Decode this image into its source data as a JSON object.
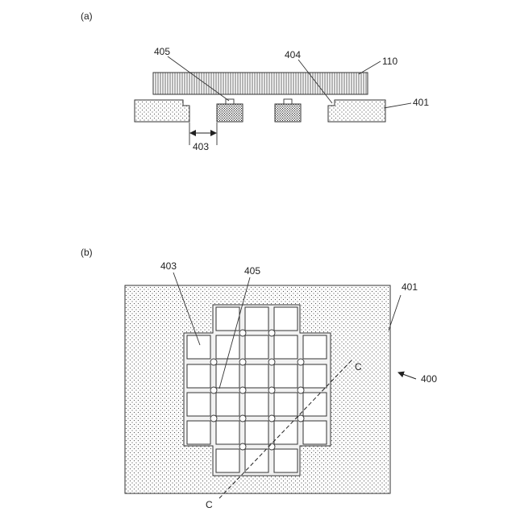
{
  "panel_a": {
    "label": "(a)",
    "callouts": {
      "c405": "405",
      "c404": "404",
      "c110": "110",
      "c401": "401",
      "c403": "403"
    }
  },
  "panel_b": {
    "label": "(b)",
    "callouts": {
      "c403": "403",
      "c405": "405",
      "c401": "401",
      "c400": "400",
      "c_top": "C",
      "c_bottom": "C"
    }
  }
}
